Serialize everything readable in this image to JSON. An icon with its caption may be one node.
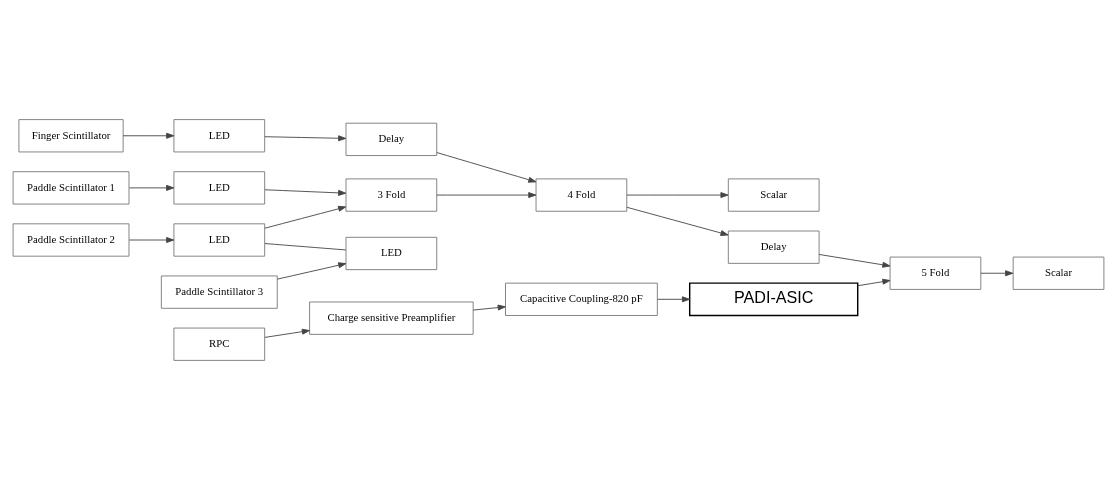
{
  "diagram": {
    "nodes": [
      {
        "text": [
          "Finger Scintillator"
        ]
      },
      {
        "text": [
          "LED"
        ]
      },
      {
        "text": [
          "Delay"
        ]
      },
      {
        "text": [
          "RPC"
        ]
      },
      {
        "text": [
          "Charge sensitive Preamplifier"
        ]
      },
      {
        "text": [
          "Capacitive Coupling-820 pF"
        ]
      },
      {
        "text": [
          "PADI-ASIC"
        ]
      },
      {
        "text": [
          "Paddle Scintillator 1"
        ]
      },
      {
        "text": [
          "LED"
        ]
      },
      {
        "text": [
          "Paddle Scintillator 2"
        ]
      },
      {
        "text": [
          "LED"
        ]
      },
      {
        "text": [
          "3 Fold"
        ]
      },
      {
        "text": [
          "4 Fold"
        ]
      },
      {
        "text": [
          "Delay"
        ]
      },
      {
        "text": [
          "Paddle Scintillator 3"
        ]
      },
      {
        "text": [
          "LED"
        ]
      },
      {
        "text": [
          "Scalar"
        ]
      },
      {
        "text": [
          "5 Fold"
        ]
      },
      {
        "text": [
          "Scalar"
        ]
      }
    ],
    "edges": [
      {
        "from": 0,
        "to": 1,
        "arrow": "to"
      },
      {
        "from": 1,
        "to": 2,
        "arrow": "to"
      },
      {
        "from": 2,
        "to": 12,
        "arrow": "to"
      },
      {
        "from": 3,
        "to": 4,
        "arrow": "to"
      },
      {
        "from": 4,
        "to": 5,
        "arrow": "to"
      },
      {
        "from": 5,
        "to": 6,
        "arrow": "to"
      },
      {
        "from": 7,
        "to": 8,
        "arrow": "to"
      },
      {
        "from": 9,
        "to": 10,
        "arrow": "to"
      },
      {
        "from": 8,
        "to": 11,
        "arrow": "to"
      },
      {
        "from": 10,
        "to": 11,
        "arrow": "to"
      },
      {
        "from": 10,
        "to": 15,
        "arrow": "none"
      },
      {
        "from": 14,
        "to": 15,
        "arrow": "to"
      },
      {
        "from": 11,
        "to": 12,
        "arrow": "to"
      },
      {
        "from": 12,
        "to": 13,
        "arrow": "to"
      },
      {
        "from": 12,
        "to": 16,
        "arrow": "to"
      },
      {
        "from": 13,
        "to": 17,
        "arrow": "to"
      },
      {
        "from": 6,
        "to": 17,
        "arrow": "to"
      },
      {
        "from": 17,
        "to": 18,
        "arrow": "to"
      }
    ]
  }
}
